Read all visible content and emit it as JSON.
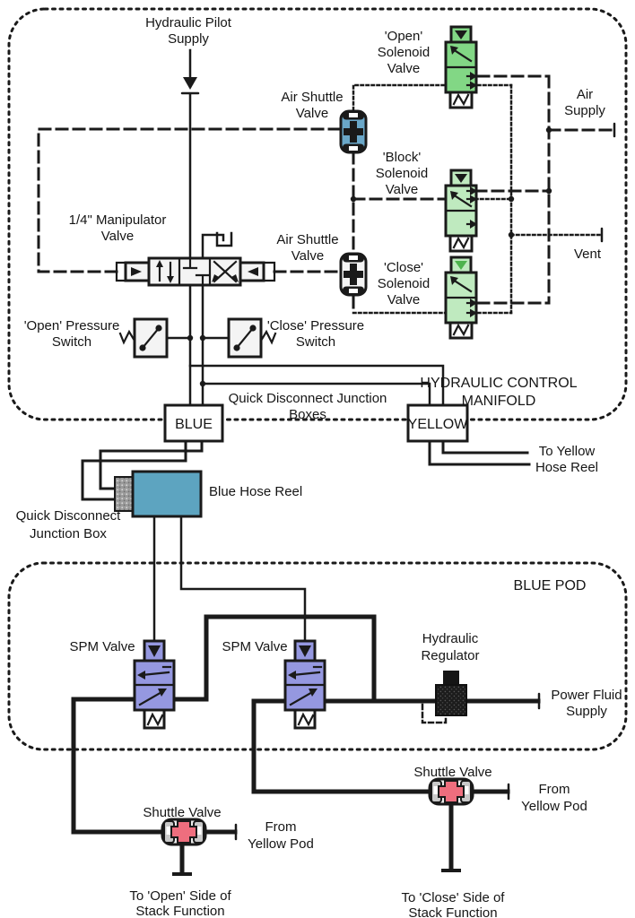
{
  "colors": {
    "line": "#1a1a1a",
    "solenoid-open": "#82d785",
    "solenoid-pale": "#bfeabf",
    "close-pilot-triangle": "#4db34d",
    "air-shuttle": "#6aa7c8",
    "air-shuttle2": "#f5f5f5",
    "spm": "#9598e0",
    "reel": "#5da4c0",
    "shuttle-pink": "#ee6e7e"
  },
  "labels": {
    "pilot_supply_1": "Hydraulic Pilot",
    "pilot_supply_2": "Supply",
    "air_shuttle1_1": "Air Shuttle",
    "air_shuttle1_2": "Valve",
    "open_sol_1": "'Open'",
    "open_sol_2": "Solenoid",
    "open_sol_3": "Valve",
    "air_supply_1": "Air",
    "air_supply_2": "Supply",
    "block_sol_1": "'Block'",
    "block_sol_2": "Solenoid",
    "block_sol_3": "Valve",
    "manip_1": "1/4\" Manipulator",
    "manip_2": "Valve",
    "air_shuttle2_1": "Air Shuttle",
    "air_shuttle2_2": "Valve",
    "close_sol_1": "'Close'",
    "close_sol_2": "Solenoid",
    "close_sol_3": "Valve",
    "vent": "Vent",
    "open_ps_1": "'Open' Pressure",
    "open_ps_2": "Switch",
    "close_ps_1": "'Close' Pressure",
    "close_ps_2": "Switch",
    "qd_boxes_1": "Quick Disconnect Junction",
    "qd_boxes_2": "Boxes",
    "manifold_1": "HYDRAULIC CONTROL",
    "manifold_2": "MANIFOLD",
    "blue": "BLUE",
    "yellow": "YELLOW",
    "to_yellow_1": "To Yellow",
    "to_yellow_2": "Hose Reel",
    "blue_hose_reel": "Blue Hose Reel",
    "qd_box_1": "Quick Disconnect",
    "qd_box_2": "Junction Box",
    "blue_pod": "BLUE POD",
    "spm_left": "SPM Valve",
    "spm_right": "SPM Valve",
    "regulator_1": "Hydraulic",
    "regulator_2": "Regulator",
    "power_1": "Power Fluid",
    "power_2": "Supply",
    "shuttle_left": "Shuttle Valve",
    "shuttle_right": "Shuttle Valve",
    "from_yp_left_1": "From",
    "from_yp_left_2": "Yellow Pod",
    "from_yp_right_1": "From",
    "from_yp_right_2": "Yellow Pod",
    "to_open_1": "To 'Open' Side of",
    "to_open_2": "Stack Function",
    "to_close_1": "To 'Close' Side of",
    "to_close_2": "Stack Function"
  }
}
